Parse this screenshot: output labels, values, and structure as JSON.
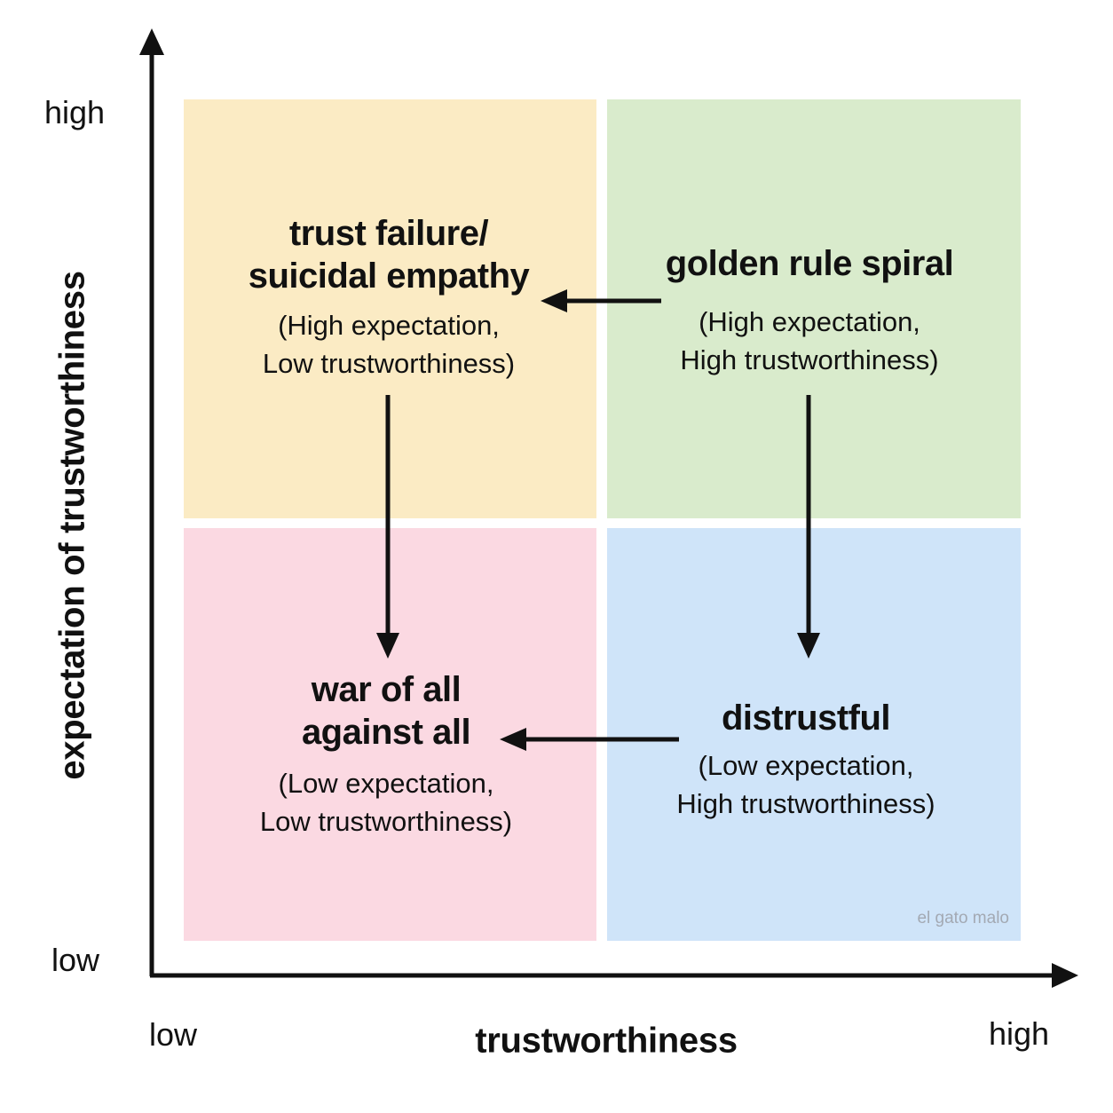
{
  "axes": {
    "y_title": "expectation of trustworthiness",
    "y_high": "high",
    "y_low": "low",
    "x_title": "trustworthiness",
    "x_low": "low",
    "x_high": "high"
  },
  "quadrants": {
    "top_left": {
      "title_line1": "trust failure/",
      "title_line2": "suicidal empathy",
      "sub_line1": "(High expectation,",
      "sub_line2": "Low trustworthiness)",
      "color": "#fbebc4"
    },
    "top_right": {
      "title_line1": "golden rule spiral",
      "sub_line1": "(High expectation,",
      "sub_line2": "High trustworthiness)",
      "color": "#d9ebcc"
    },
    "bottom_left": {
      "title_line1": "war of all",
      "title_line2": "against all",
      "sub_line1": "(Low expectation,",
      "sub_line2": "Low trustworthiness)",
      "color": "#fbd9e2"
    },
    "bottom_right": {
      "title_line1": "distrustful",
      "sub_line1": "(Low expectation,",
      "sub_line2": "High trustworthiness)",
      "color": "#cfe4f9"
    }
  },
  "watermark": "el gato malo",
  "colors": {
    "axis": "#111111",
    "arrow": "#111111"
  }
}
